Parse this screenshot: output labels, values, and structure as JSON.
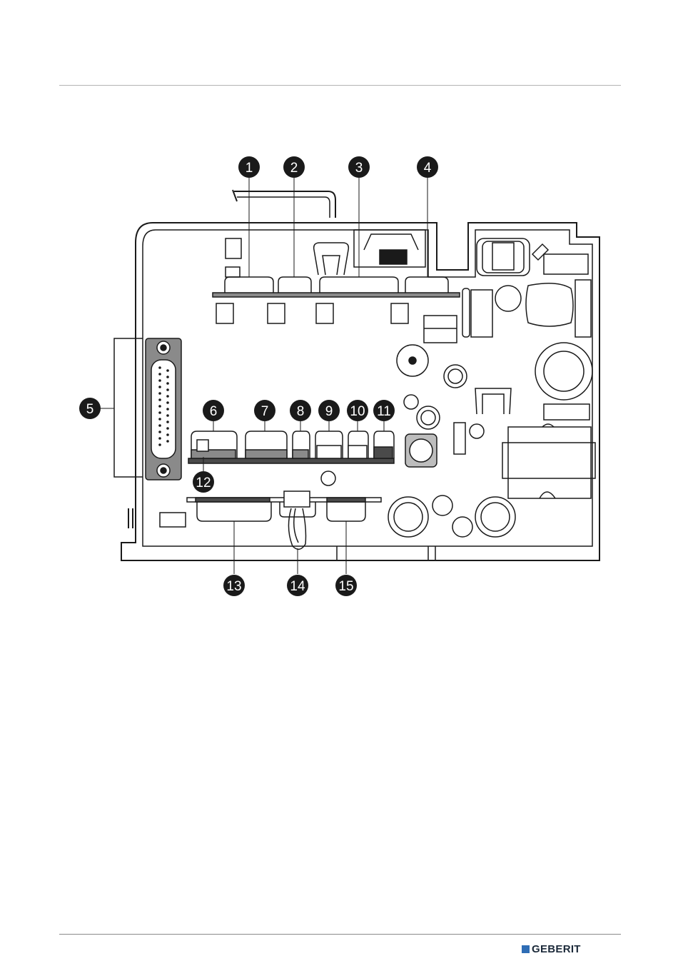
{
  "callouts": [
    "1",
    "2",
    "3",
    "4",
    "5",
    "6",
    "7",
    "8",
    "9",
    "10",
    "11",
    "12",
    "13",
    "14",
    "15"
  ],
  "footer": {
    "brand": "GEBERIT",
    "brand_color": "#2f6db5"
  },
  "colors": {
    "line": "#1a1a1a",
    "light_line": "#9a9a9a",
    "fill_dark": "#4a4a4a",
    "fill_mid": "#8a8a8a",
    "callout_fill": "#1a1a1a"
  }
}
